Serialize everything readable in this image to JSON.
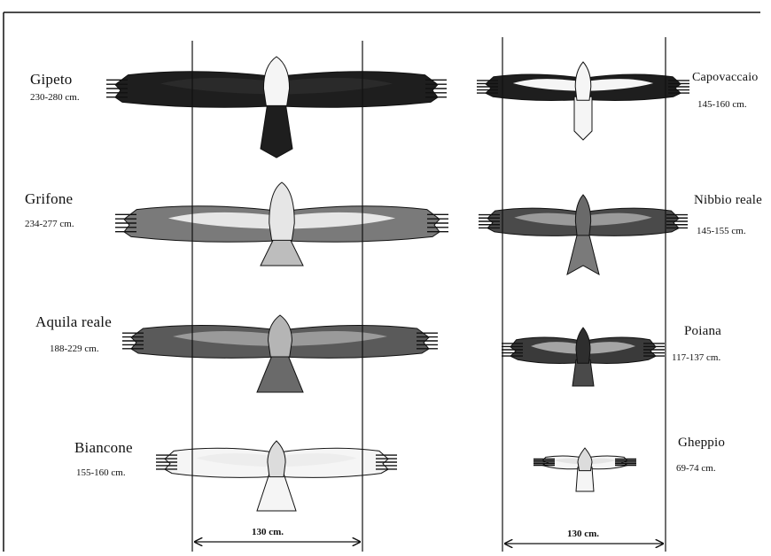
{
  "colors": {
    "dark": "#1e1e1e",
    "mid": "#7a7a7a",
    "light": "#e6e6e6",
    "white": "#f5f5f5",
    "line": "#111111"
  },
  "left_column": [
    {
      "name": "Gipeto",
      "span": "230-280 cm.",
      "style": "gipeto"
    },
    {
      "name": "Grifone",
      "span": "234-277 cm.",
      "style": "grifone"
    },
    {
      "name": "Aquila reale",
      "span": "188-229 cm.",
      "style": "aquila"
    },
    {
      "name": "Biancone",
      "span": "155-160 cm.",
      "style": "biancone"
    }
  ],
  "right_column": [
    {
      "name": "Capovaccaio",
      "span": "145-160 cm.",
      "style": "capovaccaio"
    },
    {
      "name": "Nibbio reale",
      "span": "145-155 cm.",
      "style": "nibbio"
    },
    {
      "name": "Poiana",
      "span": "117-137 cm.",
      "style": "poiana"
    },
    {
      "name": "Gheppio",
      "span": "69-74 cm.",
      "style": "gheppio"
    }
  ],
  "scale_left": "130 cm.",
  "scale_right": "130 cm."
}
